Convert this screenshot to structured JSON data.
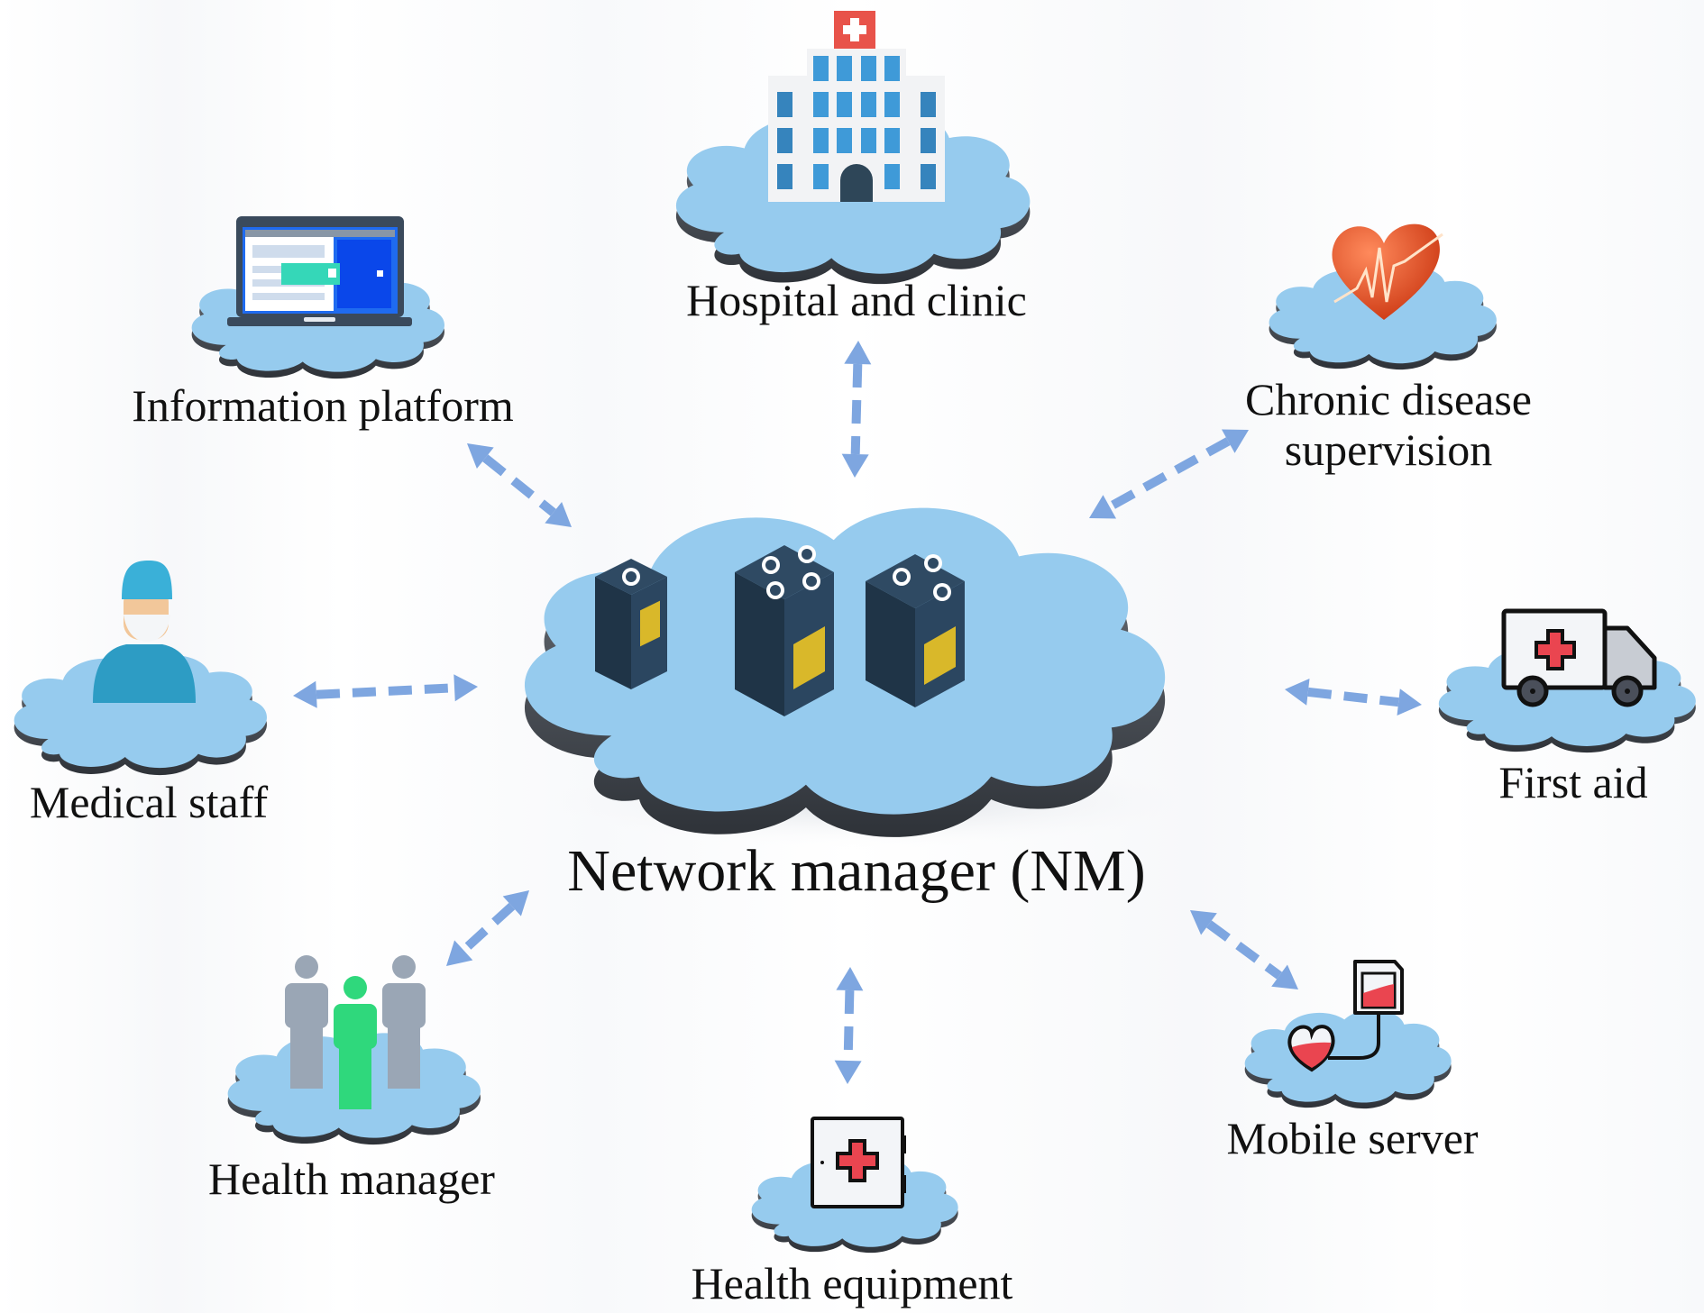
{
  "diagram": {
    "type": "hub-and-spoke network",
    "colors": {
      "cloud_fill": "#96cbee",
      "cloud_edge": "#4a4f55",
      "arrow": "#7ea6e0",
      "text": "#111111"
    },
    "center": {
      "label": "Network manager (NM)",
      "icon": "server-rack-cluster-icon"
    },
    "nodes": [
      {
        "id": "hospital",
        "label": "Hospital and clinic",
        "icon": "hospital-building-icon"
      },
      {
        "id": "info",
        "label": "Information platform",
        "icon": "laptop-dashboard-icon"
      },
      {
        "id": "chronic",
        "label_lines": [
          "Chronic disease",
          "supervision"
        ],
        "icon": "heart-ecg-icon"
      },
      {
        "id": "staff",
        "label": "Medical staff",
        "icon": "surgeon-avatar-icon"
      },
      {
        "id": "firstaid",
        "label": "First aid",
        "icon": "ambulance-icon"
      },
      {
        "id": "healthmgr",
        "label": "Health manager",
        "icon": "people-group-icon"
      },
      {
        "id": "equipment",
        "label": "Health equipment",
        "icon": "first-aid-kit-icon"
      },
      {
        "id": "mobile",
        "label": "Mobile server",
        "icon": "iv-blood-bag-icon"
      }
    ],
    "edges": [
      {
        "from": "center",
        "to": "hospital",
        "direction": "bidirectional",
        "style": "dashed"
      },
      {
        "from": "center",
        "to": "info",
        "direction": "bidirectional",
        "style": "dashed"
      },
      {
        "from": "center",
        "to": "chronic",
        "direction": "bidirectional",
        "style": "dashed"
      },
      {
        "from": "center",
        "to": "staff",
        "direction": "bidirectional",
        "style": "dashed"
      },
      {
        "from": "center",
        "to": "firstaid",
        "direction": "bidirectional",
        "style": "dashed"
      },
      {
        "from": "center",
        "to": "healthmgr",
        "direction": "bidirectional",
        "style": "dashed"
      },
      {
        "from": "center",
        "to": "equipment",
        "direction": "bidirectional",
        "style": "dashed"
      },
      {
        "from": "center",
        "to": "mobile",
        "direction": "bidirectional",
        "style": "dashed"
      }
    ]
  }
}
